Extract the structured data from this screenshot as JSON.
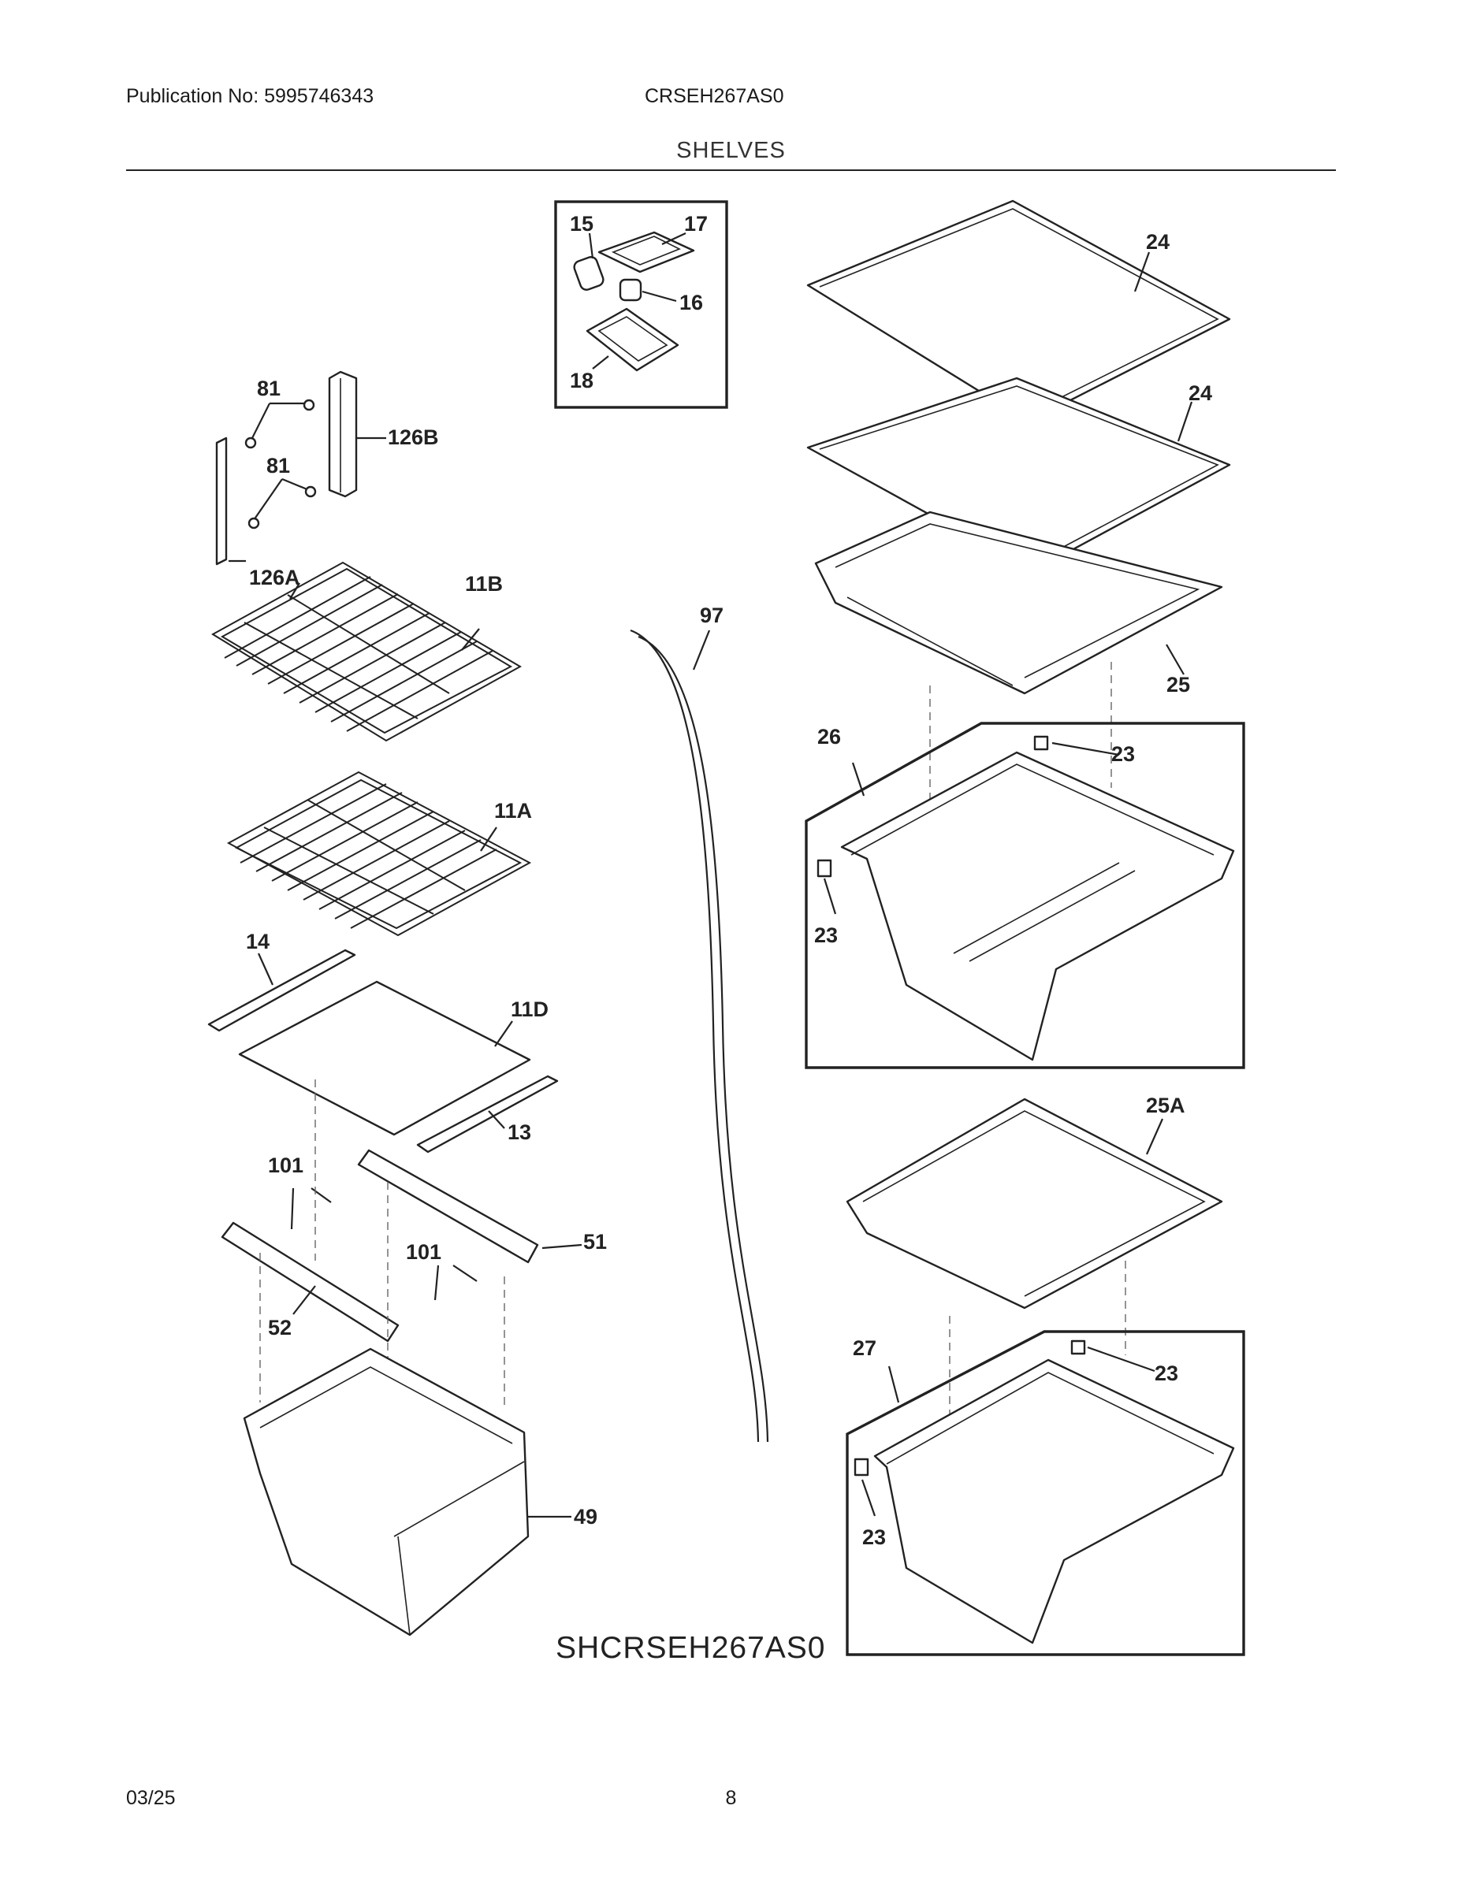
{
  "header": {
    "publication": "Publication No: 5995746343",
    "model": "CRSEH267AS0",
    "section": "SHELVES"
  },
  "diagram": {
    "code": "SHCRSEH267AS0",
    "callouts": [
      {
        "id": "c15",
        "label": "15"
      },
      {
        "id": "c17",
        "label": "17"
      },
      {
        "id": "c16",
        "label": "16"
      },
      {
        "id": "c18",
        "label": "18"
      },
      {
        "id": "c24a",
        "label": "24"
      },
      {
        "id": "c24b",
        "label": "24"
      },
      {
        "id": "c81a",
        "label": "81"
      },
      {
        "id": "c81b",
        "label": "81"
      },
      {
        "id": "c126B",
        "label": "126B"
      },
      {
        "id": "c126A",
        "label": "126A"
      },
      {
        "id": "c11B",
        "label": "11B"
      },
      {
        "id": "c97",
        "label": "97"
      },
      {
        "id": "c25",
        "label": "25"
      },
      {
        "id": "c26",
        "label": "26"
      },
      {
        "id": "c23a",
        "label": "23"
      },
      {
        "id": "c23b",
        "label": "23"
      },
      {
        "id": "c11A",
        "label": "11A"
      },
      {
        "id": "c14",
        "label": "14"
      },
      {
        "id": "c11D",
        "label": "11D"
      },
      {
        "id": "c13",
        "label": "13"
      },
      {
        "id": "c25A",
        "label": "25A"
      },
      {
        "id": "c101a",
        "label": "101"
      },
      {
        "id": "c51",
        "label": "51"
      },
      {
        "id": "c101b",
        "label": "101"
      },
      {
        "id": "c52",
        "label": "52"
      },
      {
        "id": "c27",
        "label": "27"
      },
      {
        "id": "c23c",
        "label": "23"
      },
      {
        "id": "c49",
        "label": "49"
      },
      {
        "id": "c23d",
        "label": "23"
      }
    ]
  },
  "footer": {
    "date": "03/25",
    "page": "8"
  }
}
